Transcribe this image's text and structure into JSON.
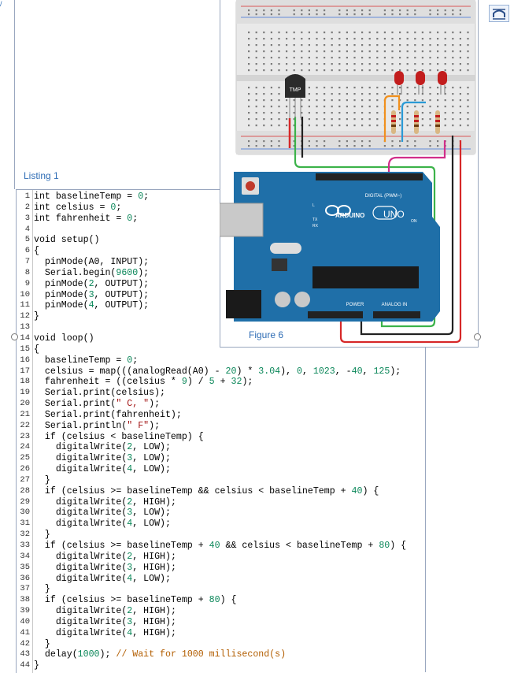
{
  "captions": {
    "listing": "Listing 1",
    "figure": "Figure 6"
  },
  "board": {
    "brand": "ARDUINO",
    "model": "UNO",
    "digital_label": "DIGITAL (PWM~)",
    "analog_label": "ANALOG IN",
    "power_label": "POWER",
    "on_label": "ON",
    "tx_label": "TX",
    "rx_label": "RX",
    "l_label": "L",
    "sensor_label": "TMP"
  },
  "code": [
    {
      "n": "1",
      "t": "int baselineTemp = 0;"
    },
    {
      "n": "2",
      "t": "int celsius = 0;"
    },
    {
      "n": "3",
      "t": "int fahrenheit = 0;"
    },
    {
      "n": "4",
      "t": ""
    },
    {
      "n": "5",
      "t": "void setup()"
    },
    {
      "n": "6",
      "t": "{"
    },
    {
      "n": "7",
      "t": "  pinMode(A0, INPUT);"
    },
    {
      "n": "8",
      "t": "  Serial.begin(9600);"
    },
    {
      "n": "9",
      "t": "  pinMode(2, OUTPUT);"
    },
    {
      "n": "10",
      "t": "  pinMode(3, OUTPUT);"
    },
    {
      "n": "11",
      "t": "  pinMode(4, OUTPUT);"
    },
    {
      "n": "12",
      "t": "}"
    },
    {
      "n": "13",
      "t": ""
    },
    {
      "n": "14",
      "t": "void loop()"
    },
    {
      "n": "15",
      "t": "{"
    },
    {
      "n": "16",
      "t": "  baselineTemp = 0;"
    },
    {
      "n": "17",
      "t": "  celsius = map(((analogRead(A0) - 20) * 3.04), 0, 1023, -40, 125);"
    },
    {
      "n": "18",
      "t": "  fahrenheit = ((celsius * 9) / 5 + 32);"
    },
    {
      "n": "19",
      "t": "  Serial.print(celsius);"
    },
    {
      "n": "20",
      "t": "  Serial.print(\" C, \");"
    },
    {
      "n": "21",
      "t": "  Serial.print(fahrenheit);"
    },
    {
      "n": "22",
      "t": "  Serial.println(\" F\");"
    },
    {
      "n": "23",
      "t": "  if (celsius < baselineTemp) {"
    },
    {
      "n": "24",
      "t": "    digitalWrite(2, LOW);"
    },
    {
      "n": "25",
      "t": "    digitalWrite(3, LOW);"
    },
    {
      "n": "26",
      "t": "    digitalWrite(4, LOW);"
    },
    {
      "n": "27",
      "t": "  }"
    },
    {
      "n": "28",
      "t": "  if (celsius >= baselineTemp && celsius < baselineTemp + 40) {"
    },
    {
      "n": "29",
      "t": "    digitalWrite(2, HIGH);"
    },
    {
      "n": "30",
      "t": "    digitalWrite(3, LOW);"
    },
    {
      "n": "31",
      "t": "    digitalWrite(4, LOW);"
    },
    {
      "n": "32",
      "t": "  }"
    },
    {
      "n": "33",
      "t": "  if (celsius >= baselineTemp + 40 && celsius < baselineTemp + 80) {"
    },
    {
      "n": "34",
      "t": "    digitalWrite(2, HIGH);"
    },
    {
      "n": "35",
      "t": "    digitalWrite(3, HIGH);"
    },
    {
      "n": "36",
      "t": "    digitalWrite(4, LOW);"
    },
    {
      "n": "37",
      "t": "  }"
    },
    {
      "n": "38",
      "t": "  if (celsius >= baselineTemp + 80) {"
    },
    {
      "n": "39",
      "t": "    digitalWrite(2, HIGH);"
    },
    {
      "n": "40",
      "t": "    digitalWrite(3, HIGH);"
    },
    {
      "n": "41",
      "t": "    digitalWrite(4, HIGH);"
    },
    {
      "n": "42",
      "t": "  }"
    },
    {
      "n": "43",
      "t": "  delay(1000); // Wait for 1000 millisecond(s)"
    },
    {
      "n": "44",
      "t": "}"
    }
  ],
  "colors": {
    "caption": "#2f6db5",
    "board": "#1f6fa8",
    "breadboard": "#e6e6e6",
    "wire_green": "#3cb34a",
    "wire_red": "#d62828",
    "wire_black": "#222222",
    "wire_orange": "#f0901e",
    "wire_blue": "#2a9ad6",
    "wire_magenta": "#d12e8a",
    "led": "#c21d1d"
  },
  "icons": {
    "toolbar": "layout-options-icon"
  }
}
